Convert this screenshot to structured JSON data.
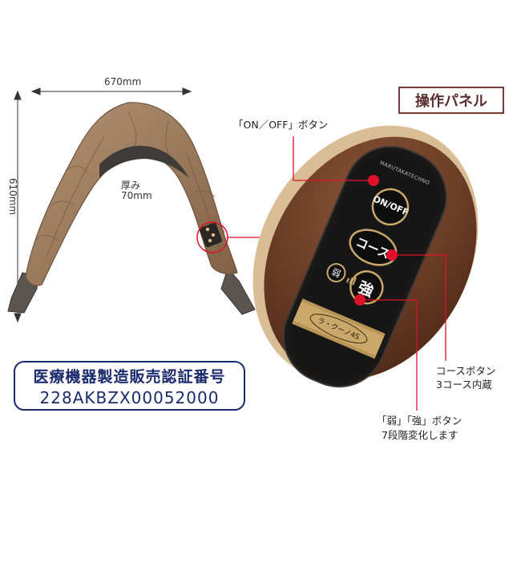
{
  "dimensions": {
    "width": "670mm",
    "height": "610mm",
    "thickness_label": "厚み",
    "thickness_value": "70mm"
  },
  "panel_label": "操作パネル",
  "callouts": {
    "onoff": "「ON／OFF」ボタン",
    "course_line1": "コースボタン",
    "course_line2": "3コース内蔵",
    "strength_line1": "「弱」「強」ボタン",
    "strength_line2": "7段階変化します"
  },
  "remote": {
    "brand": "MARUTAKATECHNO",
    "onoff_button": "ON/OFF",
    "course_button": "コース",
    "weak_button": "弱",
    "strong_button": "強",
    "model_name": "ラ・クーノ4S"
  },
  "certification": {
    "title": "医療機器製造販売認証番号",
    "number": "228AKBZX00052000"
  },
  "colors": {
    "accent_red": "#e0102a",
    "navy": "#1c2a6e",
    "product_brown": "#9a7a5c",
    "cushion_brown": "#6b3b26",
    "remote_black": "#161616",
    "gold": "#b89456"
  }
}
